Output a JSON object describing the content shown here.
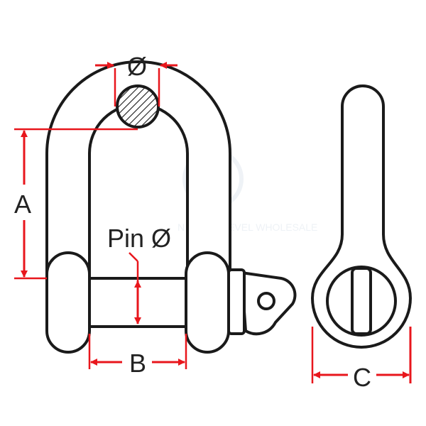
{
  "labels": {
    "diameter": "Ø",
    "height": "A",
    "pin_diameter": "Pin Ø",
    "width": "B",
    "eye_width": "C"
  },
  "colors": {
    "outline": "#1a1a1a",
    "dimension": "#e8161c",
    "watermark": "#dfe6ee"
  },
  "watermark_text": "N  PARTS LEVEL WHOLESALE"
}
